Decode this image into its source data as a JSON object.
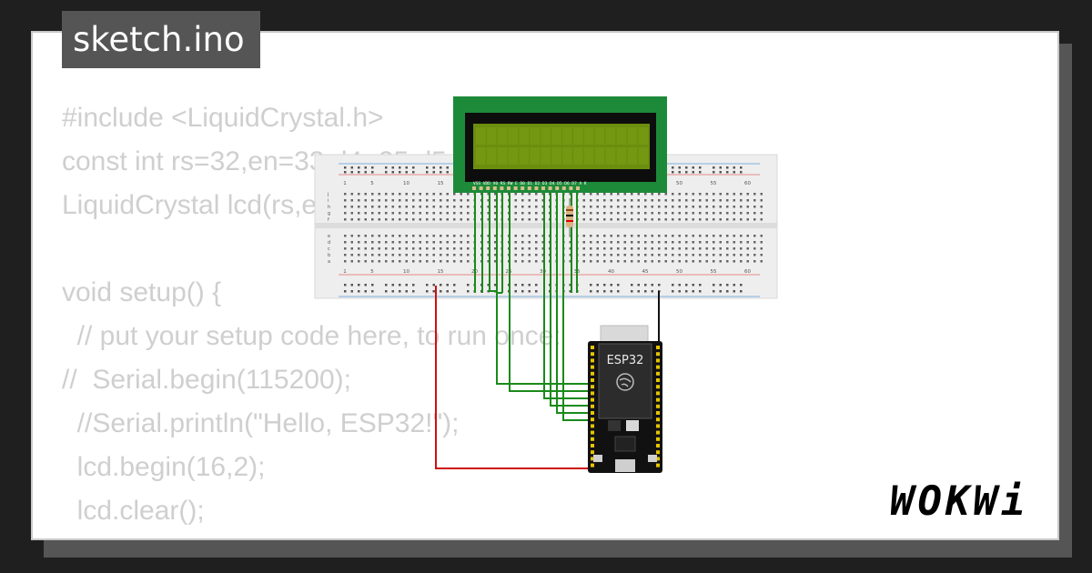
{
  "file_title": "sketch.ino",
  "brand": "WOKWi",
  "code_lines": [
    "#include <LiquidCrystal.h>",
    "const int rs=32,en=33,d4=25,d5=26,d6=27,d7=14;",
    "LiquidCrystal lcd(rs,en,d4,d5,d6,d7);",
    "",
    "void setup() {",
    "  // put your setup code here, to run once:",
    "//  Serial.begin(115200);",
    "  //Serial.println(\"Hello, ESP32!\");",
    "  lcd.begin(16,2);",
    "  lcd.clear();",
    "}"
  ],
  "lcd": {
    "pin_labels": "VSS VDD V0 RS RW E D0 D1 D2 D3 D4 D5 D6 D7 A K"
  },
  "breadboard": {
    "column_numbers": [
      "1",
      "5",
      "10",
      "15",
      "20",
      "25",
      "30",
      "35",
      "40",
      "45",
      "50",
      "55",
      "60"
    ],
    "row_letters_top": [
      "j",
      "i",
      "h",
      "g",
      "f"
    ],
    "row_letters_bottom": [
      "e",
      "d",
      "c",
      "b",
      "a"
    ]
  },
  "esp32": {
    "label": "ESP32"
  },
  "colors": {
    "background": "#1f1f1f",
    "card": "#ffffff",
    "badge": "#555555",
    "code_text": "#cfcfcf",
    "wire_signal": "#1a8a1a",
    "wire_power": "#d01010",
    "wire_ground": "#111111",
    "lcd_pcb": "#1d8a3a",
    "lcd_screen": "#6b8e0e",
    "esp_board": "#111111"
  }
}
